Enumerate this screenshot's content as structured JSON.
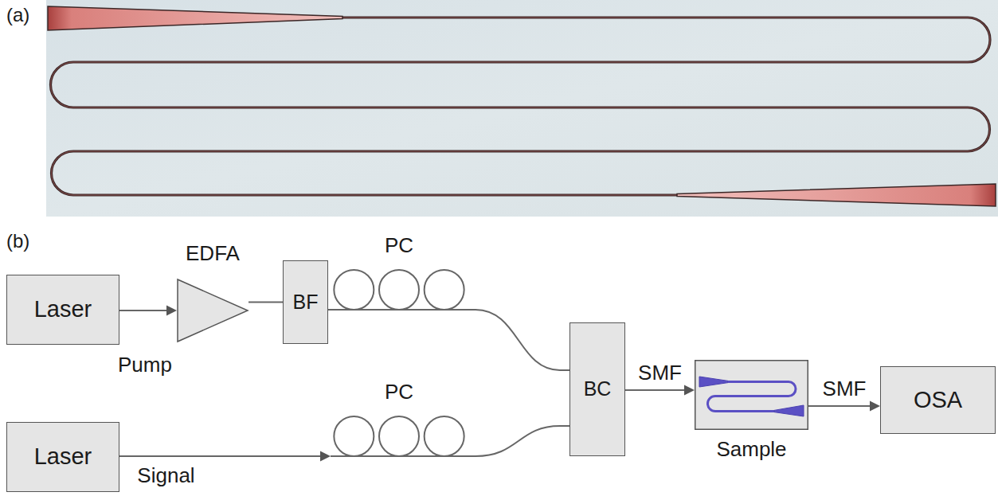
{
  "diagram": {
    "nodes": [
      {
        "text": [
          "Laser"
        ]
      },
      {
        "text": [
          "EDFA"
        ]
      },
      {
        "text": [
          "BF"
        ]
      },
      {
        "text": [
          "PC"
        ]
      },
      {
        "text": [
          "Laser"
        ]
      },
      {
        "text": [
          "PC"
        ]
      },
      {
        "text": [
          "BC"
        ]
      },
      {
        "text": [
          "Sample"
        ]
      },
      {
        "text": [
          "OSA"
        ]
      }
    ],
    "edges": [
      {
        "from": 0,
        "to": 1,
        "label": "Pump",
        "arrow": "to"
      },
      {
        "from": 1,
        "to": 2,
        "arrow": "none"
      },
      {
        "from": 2,
        "to": 3,
        "arrow": "none"
      },
      {
        "from": 3,
        "to": 6,
        "arrow": "none"
      },
      {
        "from": 4,
        "to": 5,
        "label": "Signal",
        "arrow": "to"
      },
      {
        "from": 5,
        "to": 6,
        "arrow": "none"
      },
      {
        "from": 6,
        "to": 7,
        "label": "SMF",
        "arrow": "to"
      },
      {
        "from": 7,
        "to": 8,
        "label": "SMF",
        "arrow": "to"
      }
    ],
    "labels": [
      "(a)",
      "(b)"
    ]
  }
}
